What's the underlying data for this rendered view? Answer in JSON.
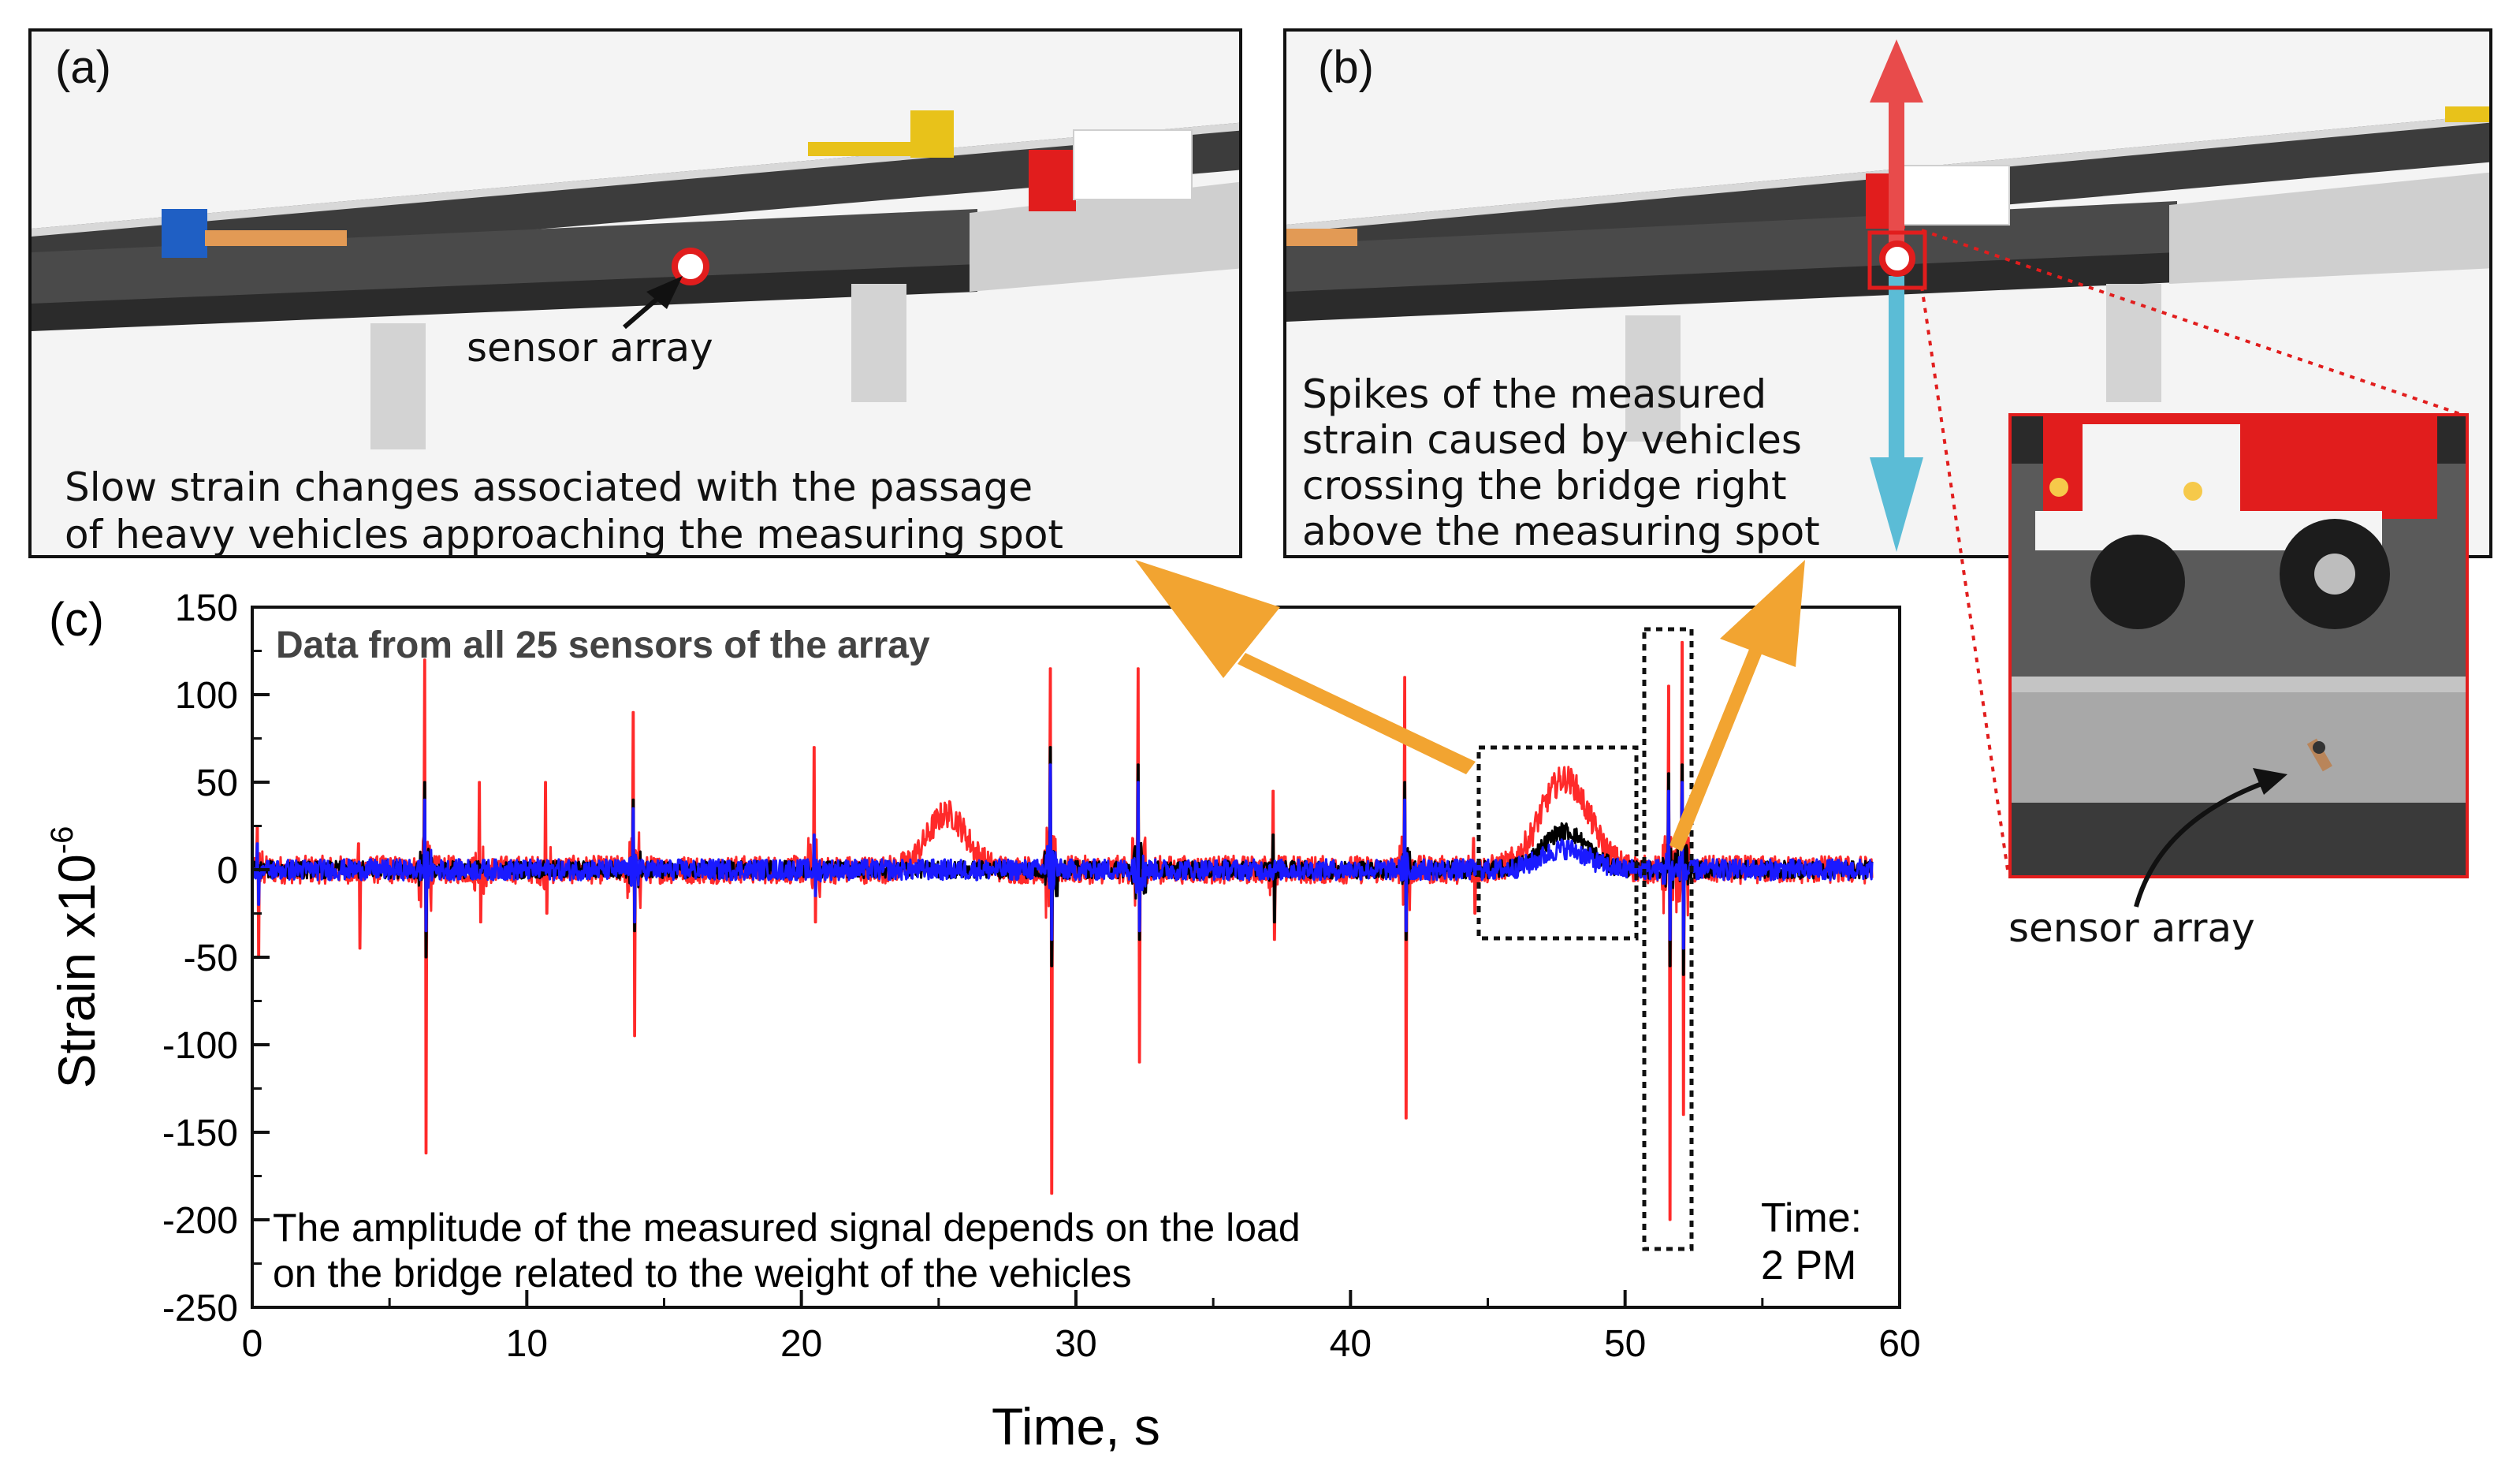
{
  "panel_a": {
    "label": "(a)",
    "sensor_label": "sensor array",
    "caption_line1": "Slow strain changes associated with the passage",
    "caption_line2": "of heavy vehicles approaching the measuring spot"
  },
  "panel_b": {
    "label": "(b)",
    "caption_line1": "Spikes of the measured",
    "caption_line2": "strain caused by vehicles",
    "caption_line3": "crossing the bridge right",
    "caption_line4": "above the measuring spot"
  },
  "inset": {
    "sensor_label": "sensor array"
  },
  "colors": {
    "red": "#ff2a2a",
    "blue": "#1a1aff",
    "black": "#000000",
    "arrow_orange": "#f2a431",
    "arrow_up": "#e84b4b",
    "arrow_down": "#5bbcd6",
    "truck_red": "#e11d1d",
    "truck_blue": "#1f5fc4",
    "truck_yellow": "#e8c21a"
  },
  "chart_data": {
    "type": "line",
    "panel_label": "(c)",
    "title": "Data from all 25 sensors of the array",
    "xlabel": "Time, s",
    "ylabel": "Strain  x10",
    "ylabel_exponent": "-6",
    "xlim": [
      0,
      60
    ],
    "ylim": [
      -250,
      150
    ],
    "xticks": [
      "0",
      "10",
      "20",
      "30",
      "40",
      "50",
      "60"
    ],
    "yticks": [
      "150",
      "100",
      "50",
      "0",
      "-50",
      "-100",
      "-150",
      "-200",
      "-250"
    ],
    "annotation_line1": "The amplitude of the measured signal depends on the load",
    "annotation_line2": "on the bridge related to the weight of the vehicles",
    "time_label_line1": "Time:",
    "time_label_line2": "2 PM",
    "series": [
      {
        "color": "red",
        "spikes": [
          [
            0.2,
            25,
            -50
          ],
          [
            3.9,
            15,
            -45
          ],
          [
            6.3,
            120,
            -162
          ],
          [
            8.3,
            50,
            -30
          ],
          [
            10.7,
            50,
            -25
          ],
          [
            13.9,
            90,
            -95
          ],
          [
            20.5,
            70,
            -30
          ],
          [
            29.1,
            115,
            -185
          ],
          [
            32.3,
            115,
            -110
          ],
          [
            37.2,
            45,
            -40
          ],
          [
            42.0,
            110,
            -142
          ],
          [
            44.5,
            18,
            -25
          ],
          [
            51.6,
            105,
            -200
          ],
          [
            52.1,
            130,
            -140
          ]
        ],
        "bumps": [
          [
            25.3,
            32,
            2.0
          ],
          [
            47.8,
            52,
            2.5
          ]
        ],
        "noise": 8
      },
      {
        "color": "black",
        "spikes": [
          [
            6.3,
            50,
            -50
          ],
          [
            13.9,
            40,
            -35
          ],
          [
            29.1,
            70,
            -55
          ],
          [
            32.3,
            60,
            -40
          ],
          [
            37.2,
            20,
            -30
          ],
          [
            42.0,
            50,
            -40
          ],
          [
            51.6,
            55,
            -55
          ],
          [
            52.1,
            60,
            -60
          ]
        ],
        "bumps": [
          [
            47.8,
            22,
            2.3
          ]
        ],
        "noise": 5
      },
      {
        "color": "blue",
        "spikes": [
          [
            0.2,
            15,
            -20
          ],
          [
            6.3,
            40,
            -35
          ],
          [
            13.9,
            35,
            -30
          ],
          [
            20.5,
            20,
            -15
          ],
          [
            29.1,
            60,
            -40
          ],
          [
            32.3,
            50,
            -35
          ],
          [
            42.0,
            40,
            -35
          ],
          [
            51.6,
            45,
            -40
          ],
          [
            52.1,
            50,
            -45
          ]
        ],
        "bumps": [
          [
            47.8,
            12,
            2.3
          ]
        ],
        "noise": 6
      }
    ]
  }
}
